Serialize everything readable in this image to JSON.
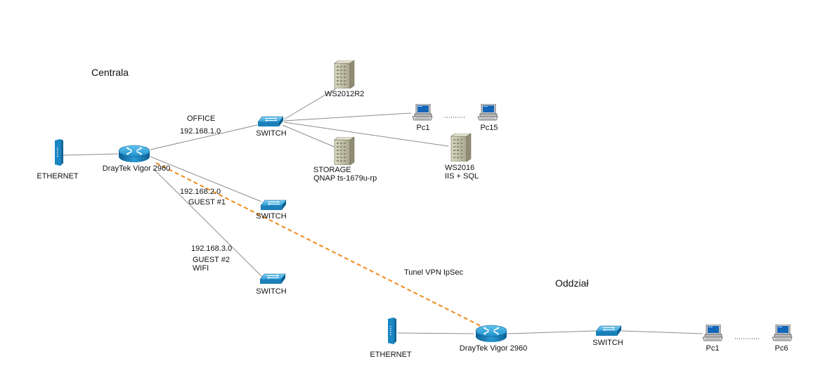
{
  "sites": {
    "central": "Centrala",
    "branch": "Oddział"
  },
  "central": {
    "ethernet_label": "ETHERNET",
    "router_label": "DrayTek Vigor 2960",
    "office_switch_label": "SWITCH",
    "guest1_switch_label": "SWITCH",
    "guest2_switch_label": "SWITCH",
    "office_net": {
      "name": "OFFICE",
      "subnet": "192.168.1.0"
    },
    "guest1_net": {
      "subnet": "192.168.2.0",
      "name": "GUEST #1"
    },
    "guest2_net": {
      "subnet": "192.168.3.0",
      "name": "GUEST #2",
      "extra": "WIFI"
    },
    "server_ws2012": "WS2012R2",
    "storage": {
      "line1": "STORAGE",
      "line2": "QNAP ts-1679u-rp"
    },
    "server_ws2016": {
      "line1": "WS2016",
      "line2": "IIS + SQL"
    },
    "pc_first": "Pc1",
    "pc_last": "Pc15"
  },
  "vpn_label": "Tunel VPN IpSec",
  "branch": {
    "ethernet_label": "ETHERNET",
    "router_label": "DrayTek Vigor 2960",
    "switch_label": "SWITCH",
    "pc_first": "Pc1",
    "pc_last": "Pc6"
  },
  "colors": {
    "vpn": "#f08a1c",
    "link": "#8c8c8c",
    "device_blue": "#1e8fc9",
    "server_beige": "#c8c6ad"
  }
}
